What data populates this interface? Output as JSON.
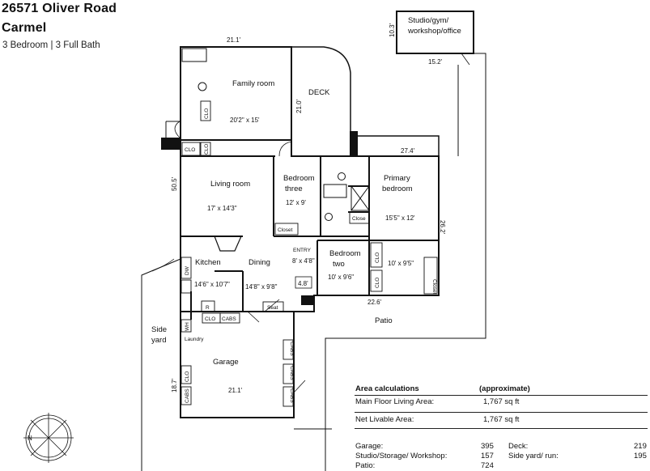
{
  "header": {
    "address_line1": "26571 Oliver Road",
    "address_line2": "Carmel",
    "summary": "3 Bedroom  | 3 Full Bath"
  },
  "rooms": {
    "family_room": {
      "name": "Family room",
      "size": "20'2\" x 15'"
    },
    "deck": {
      "name": "DECK"
    },
    "studio": {
      "name": "Studio/gym/ workshop/office"
    },
    "bedroom_three": {
      "name": "Bedroom three",
      "size": "12' x 9'"
    },
    "primary_bedroom": {
      "name": "Primary bedroom",
      "size": "15'5\" x 12'"
    },
    "living_room": {
      "name": "Living room",
      "size": "17' x 14'3\""
    },
    "kitchen": {
      "name": "Kitchen",
      "size": "14'6\" x 10'7\""
    },
    "dining": {
      "name": "Dining",
      "size": "14'8\" x 9'8\""
    },
    "entry": {
      "name": "ENTRY",
      "size": "8' x 4'8\""
    },
    "bedroom_two": {
      "name": "Bedroom two",
      "size": "10' x 9'6\""
    },
    "bedroom_two_alt": {
      "size": "10' x 9'5\""
    },
    "garage": {
      "name": "Garage",
      "size": "21.1'"
    },
    "side_yard": {
      "name": "Side yard"
    },
    "patio": {
      "name": "Patio"
    }
  },
  "fixtures": {
    "clo": "CLO",
    "closet": "Closet",
    "close": "Close",
    "cabs": "CABS",
    "dw": "DW",
    "r": "R",
    "wh": "WH",
    "laundry": "Laundry",
    "seat": "Seat"
  },
  "dimensions": {
    "top_width": "21.1'",
    "deck_height": "21.0'",
    "studio_height": "10.3'",
    "studio_width": "15.2'",
    "bedroom_width": "27.4'",
    "left_height": "50.5'",
    "right_height": "26.2'",
    "entry_width": "4.8'",
    "patio_width": "22.6'",
    "garage_height": "18.7'"
  },
  "area_calculations": {
    "heading": "Area calculations",
    "approx": "(approximate)",
    "main_floor_label": "Main Floor Living Area:",
    "main_floor_value": "1,767 sq ft",
    "net_label": "Net Livable Area:",
    "net_value": "1,767 sq ft",
    "garage_label": "Garage:",
    "garage_value": "395",
    "storage_label": "Studio/Storage/ Workshop:",
    "storage_value": "157",
    "patio_label": "Patio:",
    "patio_value": "724",
    "deck_label": "Deck:",
    "deck_value": "219",
    "sideyard_label": "Side yard/ run:",
    "sideyard_value": "195"
  },
  "compass": {
    "n": "N"
  }
}
